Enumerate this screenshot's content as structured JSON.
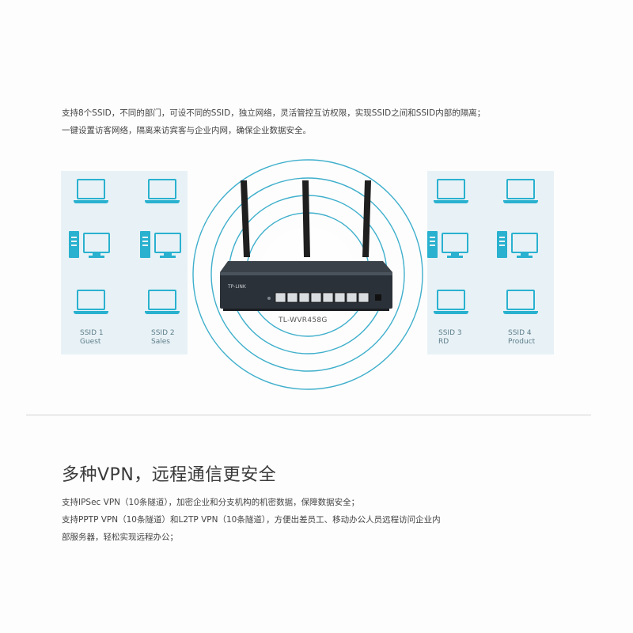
{
  "intro": {
    "line1": "支持8个SSID，不同的部门，可设不同的SSID，独立网络，灵活管控互访权限，实现SSID之间和SSID内部的隔离；",
    "line2": "一键设置访客网络，隔离来访宾客与企业内网，确保企业数据安全。"
  },
  "diagram": {
    "router_model": "TL-WVR458G",
    "router_brand": "TP-LINK",
    "ssids": [
      {
        "line1": "SSID 1",
        "line2": "Guest"
      },
      {
        "line1": "SSID 2",
        "line2": "Sales"
      },
      {
        "line1": "SSID 3",
        "line2": "RD"
      },
      {
        "line1": "SSID 4",
        "line2": "Product"
      }
    ],
    "icon_color": "#29b1cf",
    "panel_color": "#e8f2f6"
  },
  "vpn": {
    "heading": "多种VPN，远程通信更安全",
    "line1": "支持IPSec VPN（10条隧道），加密企业和分支机构的机密数据，保障数据安全；",
    "line2": "支持PPTP VPN（10条隧道）和L2TP VPN（10条隧道），方便出差员工、移动办公人员远程访问企业内",
    "line3": "部服务器，轻松实现远程办公；"
  }
}
